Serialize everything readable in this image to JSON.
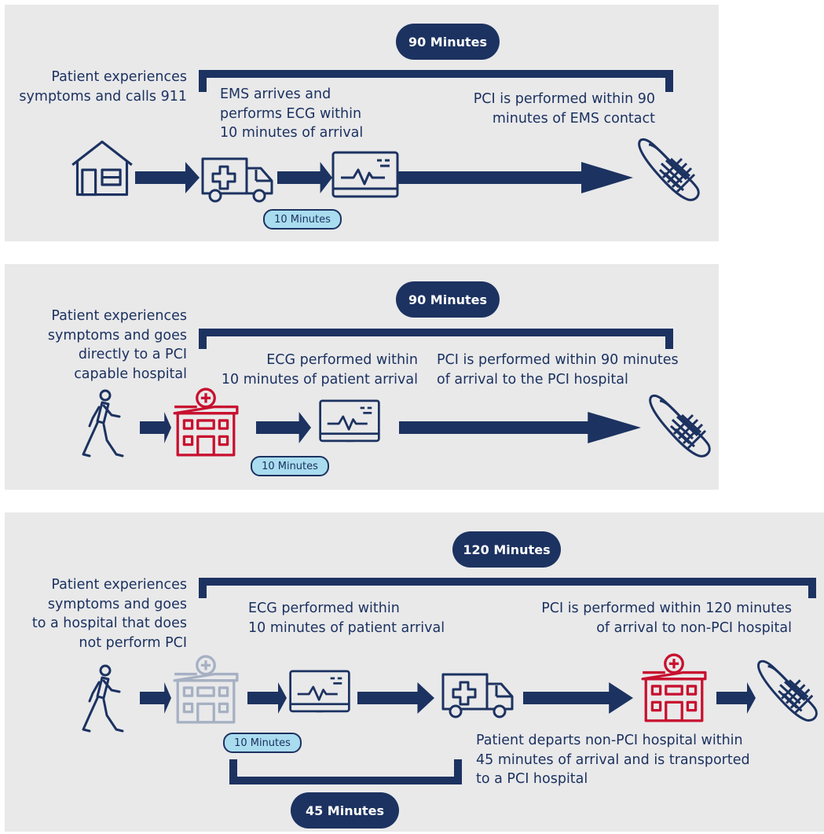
{
  "colors": {
    "navy": "#1c3260",
    "panel_bg": "#e9e9ea",
    "light_blue": "#a9dcef",
    "hospital_red": "#c8102e",
    "hospital_gray": "#a6b0c3"
  },
  "panel1": {
    "duration": "90 Minutes",
    "step1": "Patient experiences\nsymptoms and calls 911",
    "step2": "EMS arrives and\nperforms ECG within\n10 minutes of arrival",
    "step3": "PCI is performed within 90\nminutes of EMS contact",
    "ecg_badge": "10 Minutes"
  },
  "panel2": {
    "duration": "90 Minutes",
    "step1": "Patient experiences\nsymptoms and goes\ndirectly to a PCI\ncapable hospital",
    "step2": "ECG performed within\n10 minutes of patient arrival",
    "step3": "PCI is performed within 90 minutes\nof arrival to the PCI hospital",
    "ecg_badge": "10 Minutes"
  },
  "panel3": {
    "duration": "120 Minutes",
    "step1": "Patient experiences\nsymptoms and goes\nto a hospital that does\nnot perform PCI",
    "step2": "ECG performed within\n10 minutes of patient arrival",
    "step3": "PCI is performed within 120 minutes\nof arrival to non-PCI hospital",
    "step4": "Patient departs non-PCI hospital within\n45 minutes of arrival and is transported\nto a PCI hospital",
    "ecg_badge": "10 Minutes",
    "transfer_duration": "45 Minutes"
  },
  "icons": [
    "house-icon",
    "ambulance-icon",
    "ecg-monitor-icon",
    "catheter-icon",
    "walking-person-icon",
    "hospital-icon"
  ]
}
